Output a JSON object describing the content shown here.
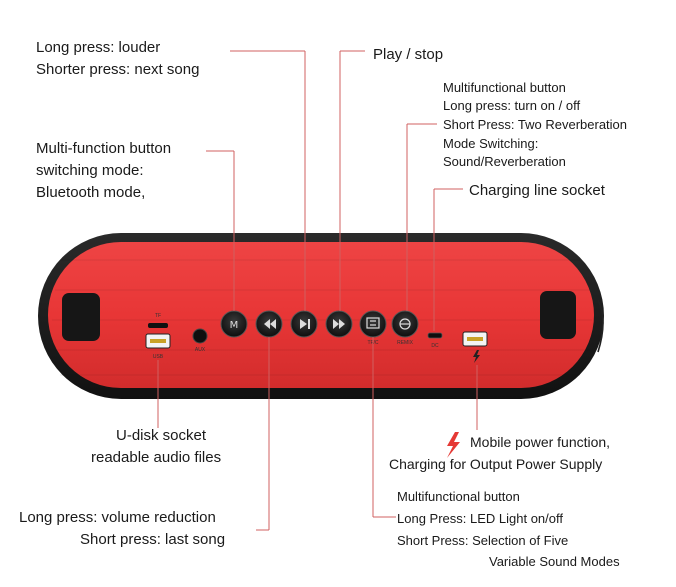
{
  "annotations": {
    "volume_up": {
      "line1": "Long press: louder",
      "line2": "Shorter press: next song"
    },
    "play_stop": {
      "line1": "Play / stop"
    },
    "multi_reverb": {
      "line1": "Multifunctional button",
      "line2": "Long press: turn on / off",
      "line3": "Short Press: Two Reverberation",
      "line4": "Mode Switching:",
      "line5": "Sound/Reverberation"
    },
    "mode_switch": {
      "line1": "Multi-function button",
      "line2": "switching mode:",
      "line3": "Bluetooth mode,"
    },
    "charging_socket": {
      "line1": "Charging line socket"
    },
    "udisk": {
      "line1": "U-disk socket",
      "line2": "readable audio files"
    },
    "mobile_power": {
      "line1": "Mobile power function,",
      "line2": "Charging for Output Power Supply"
    },
    "volume_down": {
      "line1": "Long press: volume reduction",
      "line2": "Short press: last song"
    },
    "led": {
      "line1": "Multifunctional button",
      "line2": "Long Press: LED Light on/off",
      "line3": "Short Press: Selection of Five",
      "line4": "Variable Sound Modes"
    }
  },
  "device_labels": {
    "tf": "TF",
    "usb": "USB",
    "aux": "AUX",
    "tf_button": "TF/C",
    "remix": "REMIX",
    "dc": "DC"
  },
  "colors": {
    "body_red": "#e83a3a",
    "rim_black": "#1c1c1c",
    "leader_line": "#d06060",
    "bolt": "#e53935"
  },
  "icons": [
    "mode-icon",
    "previous-icon",
    "play-pause-icon",
    "next-icon",
    "light-icon",
    "remix-icon",
    "lightning-bolt-icon"
  ]
}
